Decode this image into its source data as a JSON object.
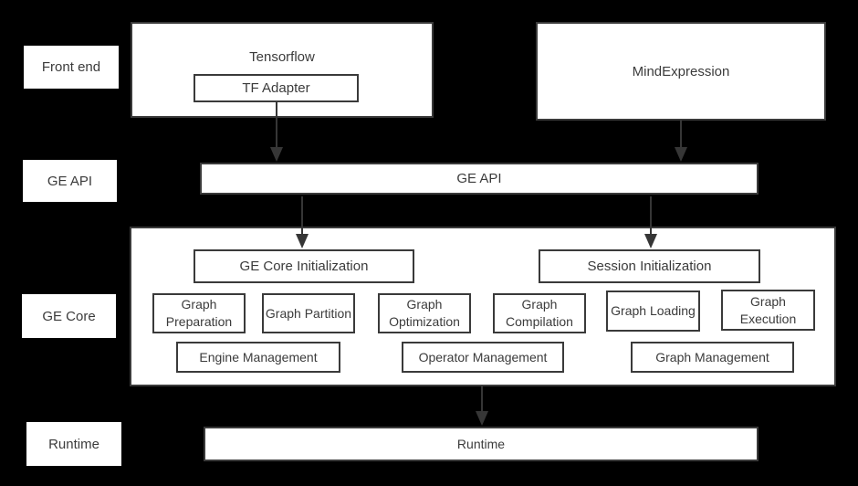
{
  "colors": {
    "background": "#000000",
    "box_fill": "#ffffff",
    "box_border": "#3a3a3a",
    "text": "#3b3b3b",
    "arrow": "#363636"
  },
  "side_labels": {
    "front_end": "Front end",
    "ge_api": "GE API",
    "ge_core": "GE Core",
    "runtime": "Runtime"
  },
  "front_end_layer": {
    "tensorflow": "Tensorflow",
    "tf_adapter": "TF Adapter",
    "mind_expression": "MindExpression"
  },
  "ge_api_layer": {
    "bar": "GE API"
  },
  "ge_core_layer": {
    "ge_core_initialization": "GE Core Initialization",
    "session_initialization": "Session Initialization",
    "stages": [
      "Graph Preparation",
      "Graph Partition",
      "Graph Optimization",
      "Graph Compilation",
      "Graph Loading",
      "Graph Execution"
    ],
    "management": [
      "Engine Management",
      "Operator Management",
      "Graph Management"
    ]
  },
  "runtime_layer": {
    "bar": "Runtime"
  }
}
